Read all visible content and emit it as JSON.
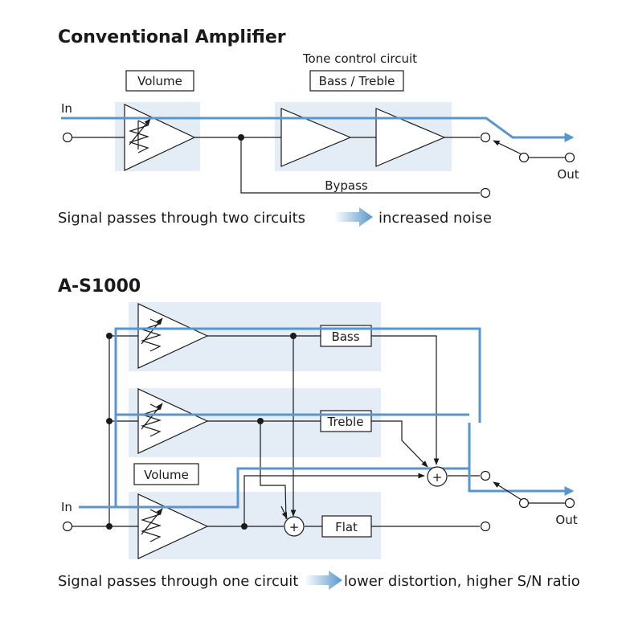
{
  "top": {
    "title": "Conventional Amplifier",
    "volume_label": "Volume",
    "tone_caption": "Tone control circuit",
    "tone_box_label": "Bass / Treble",
    "in_label": "In",
    "out_label": "Out",
    "bypass_label": "Bypass",
    "caption_left": "Signal passes through two circuits",
    "caption_right": "increased noise"
  },
  "bottom": {
    "title": "A-S1000",
    "bass_label": "Bass",
    "treble_label": "Treble",
    "volume_label": "Volume",
    "flat_label": "Flat",
    "plus_symbol": "+",
    "in_label": "In",
    "out_label": "Out",
    "caption_left": "Signal passes through one circuit",
    "caption_right": "lower distortion, higher S/N ratio"
  },
  "colors": {
    "signal": "#5896cc",
    "shade": "#e4edf6",
    "line": "#1a1a1a"
  }
}
